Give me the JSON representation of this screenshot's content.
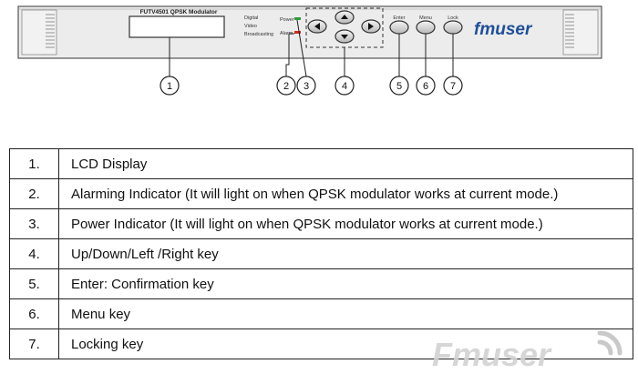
{
  "device": {
    "model_label": "FUTV4501 QPSK Modulator",
    "dvb_lines": [
      "Digital",
      "Video",
      "Broadcasting"
    ],
    "power_label": "Power",
    "alarm_label": "Alarm",
    "enter_label": "Enter",
    "menu_label": "Menu",
    "lock_label": "Lock",
    "brand": "fmuser",
    "colors": {
      "power_led": "#2e9b3a",
      "alarm_led": "#d8281d",
      "brand": "#1f4f97"
    }
  },
  "callouts": [
    "1",
    "2",
    "3",
    "4",
    "5",
    "6",
    "7"
  ],
  "table": {
    "rows": [
      {
        "num": "1.",
        "desc": "LCD Display"
      },
      {
        "num": "2.",
        "desc": "Alarming Indicator (It will light on when QPSK modulator works at current mode.)"
      },
      {
        "num": "3.",
        "desc": "Power Indicator (It will light on when QPSK modulator works at current mode.)"
      },
      {
        "num": "4.",
        "desc": "Up/Down/Left /Right key"
      },
      {
        "num": "5.",
        "desc": "Enter: Confirmation key"
      },
      {
        "num": "6.",
        "desc": "Menu key"
      },
      {
        "num": "7.",
        "desc": "Locking key"
      }
    ]
  },
  "watermark": {
    "text": "Fmuser"
  }
}
